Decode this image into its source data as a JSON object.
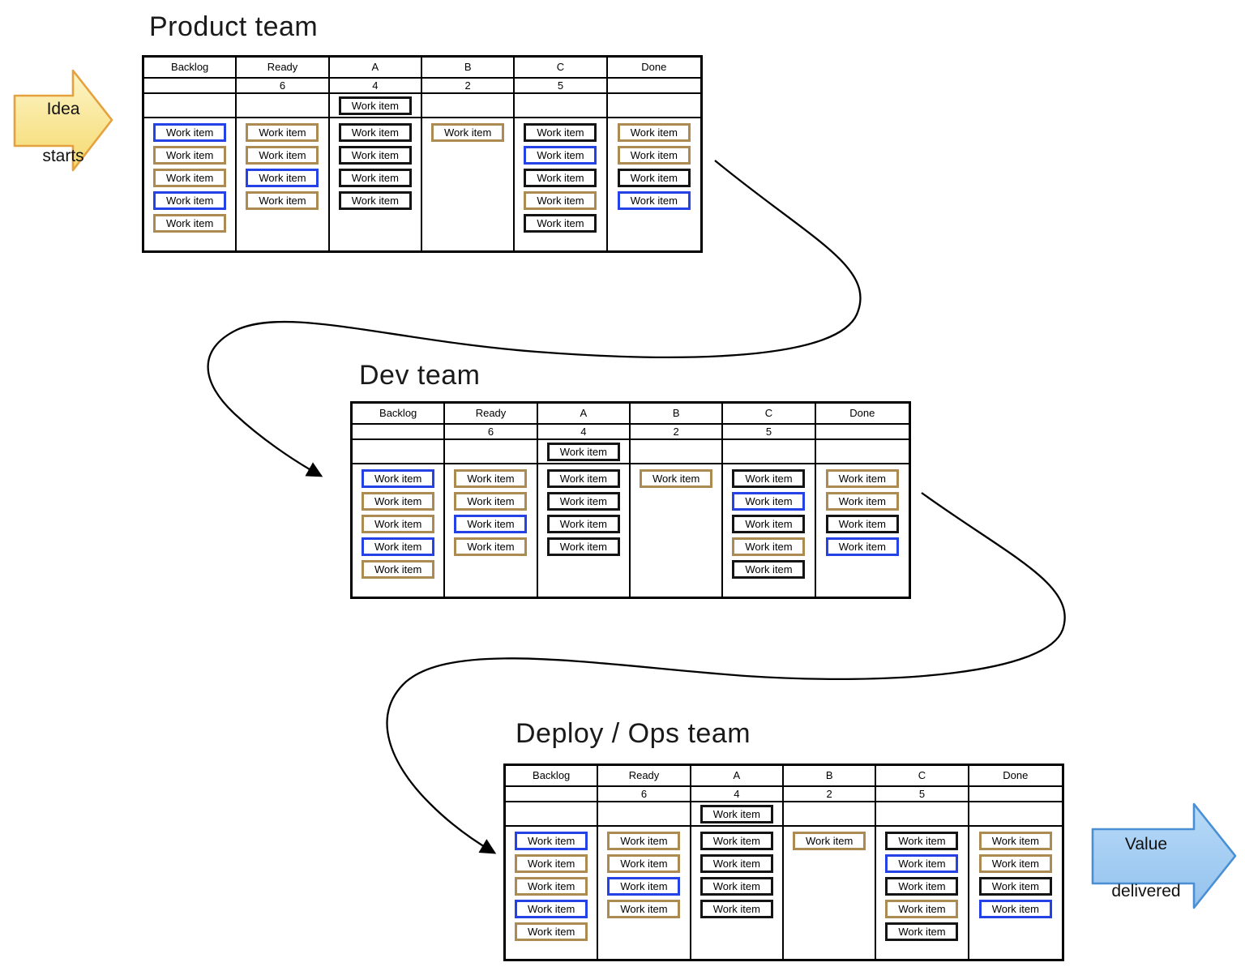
{
  "work_item_label": "Work item",
  "flow_arrows": {
    "idea": {
      "line1": "Idea",
      "line2": "starts"
    },
    "value": {
      "line1": "Value",
      "line2": "delivered"
    }
  },
  "colors": {
    "item_black": "#141414",
    "item_blue": "#2442e6",
    "item_tan": "#ab8b51",
    "connector": "#000000",
    "idea_fill_light": "#fdf5c8",
    "idea_fill_dark": "#f5d96e",
    "idea_stroke": "#e5a13d",
    "value_fill_light": "#b7daf8",
    "value_fill_dark": "#94c2ee",
    "value_stroke": "#4a8fd3"
  },
  "boards": [
    {
      "title": "Product team",
      "columns": [
        {
          "header": "Backlog",
          "limit": "",
          "staging": [],
          "items": [
            "blue",
            "tan",
            "tan",
            "blue",
            "tan"
          ]
        },
        {
          "header": "Ready",
          "limit": "6",
          "staging": [],
          "items": [
            "tan",
            "tan",
            "blue",
            "tan"
          ]
        },
        {
          "header": "A",
          "limit": "4",
          "staging": [
            "black"
          ],
          "items": [
            "black",
            "black",
            "black",
            "black"
          ]
        },
        {
          "header": "B",
          "limit": "2",
          "staging": [],
          "items": [
            "tan"
          ]
        },
        {
          "header": "C",
          "limit": "5",
          "staging": [],
          "items": [
            "black",
            "blue",
            "black",
            "tan",
            "black"
          ]
        },
        {
          "header": "Done",
          "limit": "",
          "staging": [],
          "items": [
            "tan",
            "tan",
            "black",
            "blue"
          ]
        }
      ]
    },
    {
      "title": "Dev team",
      "columns": [
        {
          "header": "Backlog",
          "limit": "",
          "staging": [],
          "items": [
            "blue",
            "tan",
            "tan",
            "blue",
            "tan"
          ]
        },
        {
          "header": "Ready",
          "limit": "6",
          "staging": [],
          "items": [
            "tan",
            "tan",
            "blue",
            "tan"
          ]
        },
        {
          "header": "A",
          "limit": "4",
          "staging": [
            "black"
          ],
          "items": [
            "black",
            "black",
            "black",
            "black"
          ]
        },
        {
          "header": "B",
          "limit": "2",
          "staging": [],
          "items": [
            "tan"
          ]
        },
        {
          "header": "C",
          "limit": "5",
          "staging": [],
          "items": [
            "black",
            "blue",
            "black",
            "tan",
            "black"
          ]
        },
        {
          "header": "Done",
          "limit": "",
          "staging": [],
          "items": [
            "tan",
            "tan",
            "black",
            "blue"
          ]
        }
      ]
    },
    {
      "title": "Deploy / Ops team",
      "columns": [
        {
          "header": "Backlog",
          "limit": "",
          "staging": [],
          "items": [
            "blue",
            "tan",
            "tan",
            "blue",
            "tan"
          ]
        },
        {
          "header": "Ready",
          "limit": "6",
          "staging": [],
          "items": [
            "tan",
            "tan",
            "blue",
            "tan"
          ]
        },
        {
          "header": "A",
          "limit": "4",
          "staging": [
            "black"
          ],
          "items": [
            "black",
            "black",
            "black",
            "black"
          ]
        },
        {
          "header": "B",
          "limit": "2",
          "staging": [],
          "items": [
            "tan"
          ]
        },
        {
          "header": "C",
          "limit": "5",
          "staging": [],
          "items": [
            "black",
            "blue",
            "black",
            "tan",
            "black"
          ]
        },
        {
          "header": "Done",
          "limit": "",
          "staging": [],
          "items": [
            "tan",
            "tan",
            "black",
            "blue"
          ]
        }
      ]
    }
  ]
}
